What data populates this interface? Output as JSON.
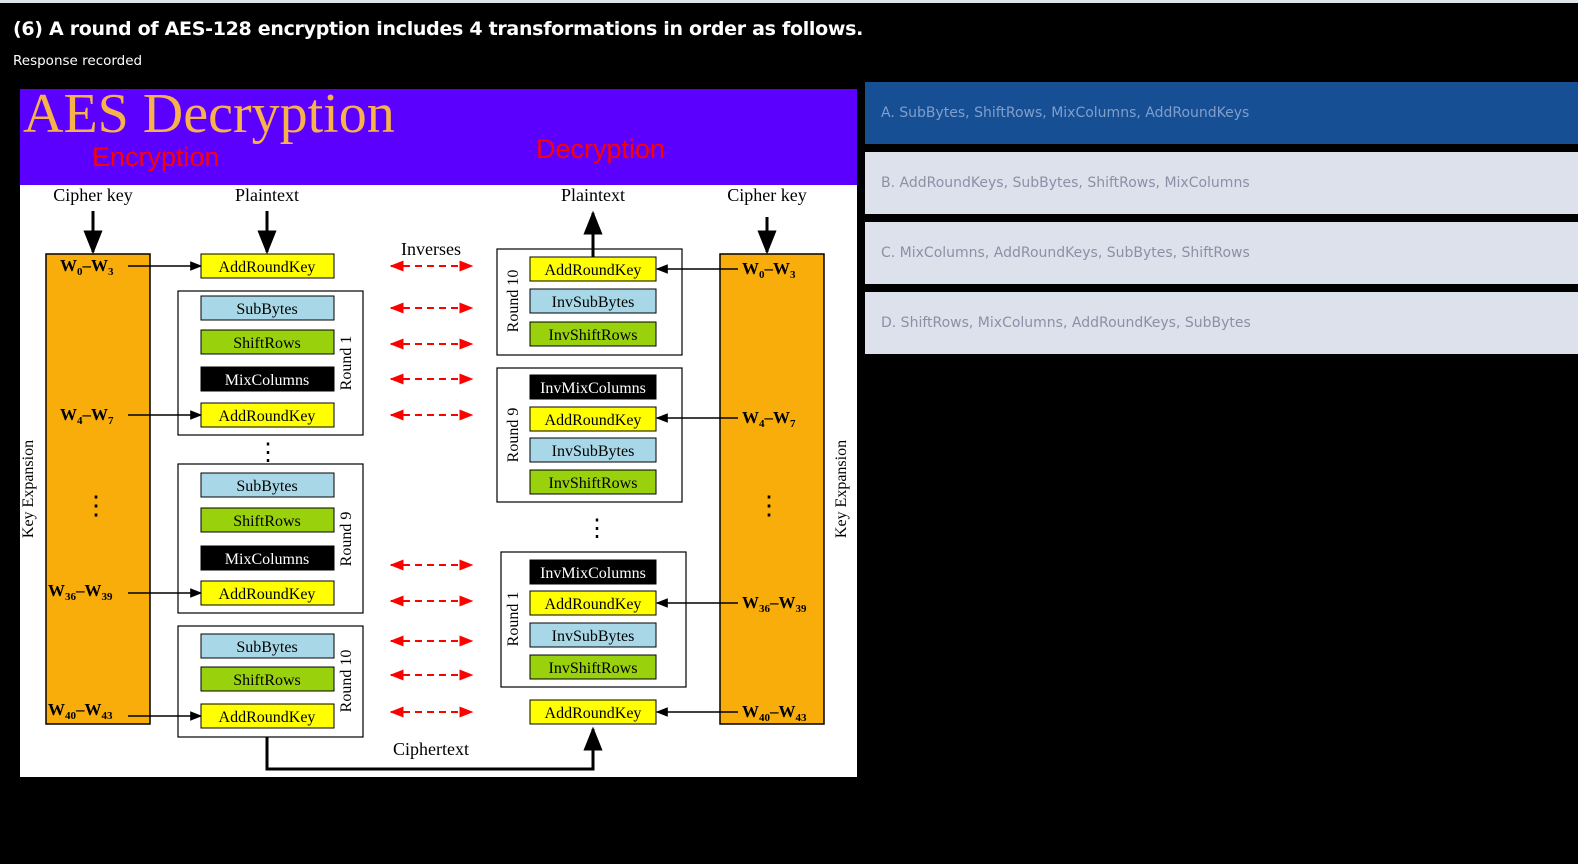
{
  "question": {
    "title": "(6) A round of AES-128 encryption includes 4 transformations in order as follows.",
    "status": "Response recorded"
  },
  "options": [
    {
      "label": "A. SubBytes, ShiftRows, MixColumns, AddRoundKeys",
      "selected": true
    },
    {
      "label": "B. AddRoundKeys, SubBytes, ShiftRows, MixColumns",
      "selected": false
    },
    {
      "label": "C. MixColumns, AddRoundKeys, SubBytes, ShiftRows",
      "selected": false
    },
    {
      "label": "D. ShiftRows, MixColumns, AddRoundKeys, SubBytes",
      "selected": false
    }
  ],
  "diagram": {
    "banner_title": "AES Decryption",
    "encryption_label": "Encryption",
    "decryption_label": "Decryption",
    "cipher_key": "Cipher key",
    "plaintext": "Plaintext",
    "ciphertext": "Ciphertext",
    "inverses": "Inverses",
    "key_expansion": "Key Expansion",
    "ellipsis": "⋮",
    "steps": {
      "add_round_key": "AddRoundKey",
      "sub_bytes": "SubBytes",
      "shift_rows": "ShiftRows",
      "mix_columns": "MixColumns",
      "inv_sub_bytes": "InvSubBytes",
      "inv_shift_rows": "InvShiftRows",
      "inv_mix_columns": "InvMixColumns"
    },
    "rounds": {
      "r1": "Round 1",
      "r9": "Round 9",
      "r10": "Round 10"
    },
    "keys": {
      "k0": {
        "a": "W",
        "a_sub": "0",
        "b": "W",
        "b_sub": "3"
      },
      "k1": {
        "a": "W",
        "a_sub": "4",
        "b": "W",
        "b_sub": "7"
      },
      "k9": {
        "a": "W",
        "a_sub": "36",
        "b": "W",
        "b_sub": "39"
      },
      "k10": {
        "a": "W",
        "a_sub": "40",
        "b": "W",
        "b_sub": "43"
      }
    },
    "colors": {
      "banner": "#5b00ff",
      "banner_title": "#f7b24a",
      "banner_subtitle": "#ff0000",
      "key_column": "#f8ad0b",
      "add_round_key": "#ffff00",
      "sub_bytes": "#a8d8e8",
      "shift_rows": "#99d10c",
      "mix_columns": "#000000",
      "inverse_arrow": "#ff0000"
    }
  }
}
